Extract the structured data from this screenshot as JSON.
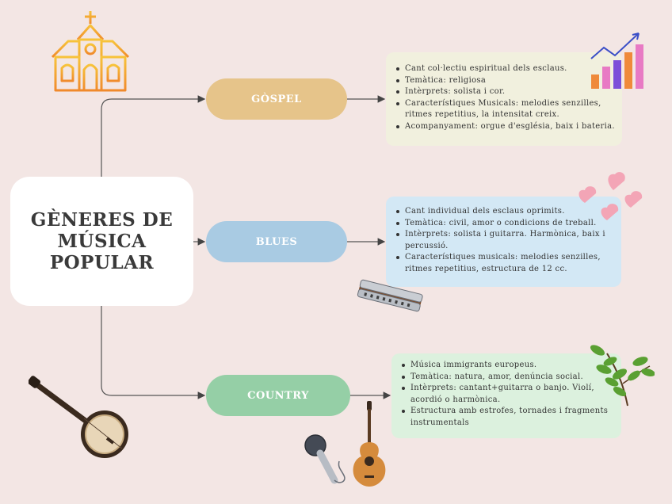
{
  "main": {
    "title": "GÈNERES DE\nMÚSICA\nPOPULAR"
  },
  "branches": [
    {
      "label": "GÒSPEL",
      "items": [
        "Cant col·lectiu espiritual dels esclaus.",
        "Temàtica: religiosa",
        "Intèrprets: solista i cor.",
        "Característiques Musicals: melodies senzilles, ritmes repetitius, la intensitat creix.",
        "Acompanyament: orgue d'església, baix i bateria."
      ]
    },
    {
      "label": "BLUES",
      "items": [
        "Cant individual dels esclaus oprimits.",
        "Temàtica: civil, amor o condicions de treball.",
        "Intèrprets: solista i guitarra. Harmònica, baix i percussió.",
        "Característiques musicals: melodies senzilles, ritmes repetitius, estructura de 12 cc."
      ]
    },
    {
      "label": "COUNTRY",
      "items": [
        "Música immigrants europeus.",
        "Temàtica: natura, amor, denúncia social.",
        "Intèrprets: cantant+guitarra o banjo. Violí, acordió o harmònica.",
        "Estructura amb estrofes, tornades i fragments instrumentals"
      ]
    }
  ],
  "colors": {
    "background": "#f3e6e4",
    "gospel": "#e6c48a",
    "blues": "#a9cbe3",
    "country": "#95cfa6",
    "gospel_box": "#f1f0de",
    "blues_box": "#d3e8f5",
    "country_box": "#dcf1de"
  },
  "icons": [
    "church-icon",
    "chart-icon",
    "hearts-icon",
    "harmonica-icon",
    "plant-icon",
    "banjo-icon",
    "microphone-icon",
    "guitar-icon"
  ]
}
